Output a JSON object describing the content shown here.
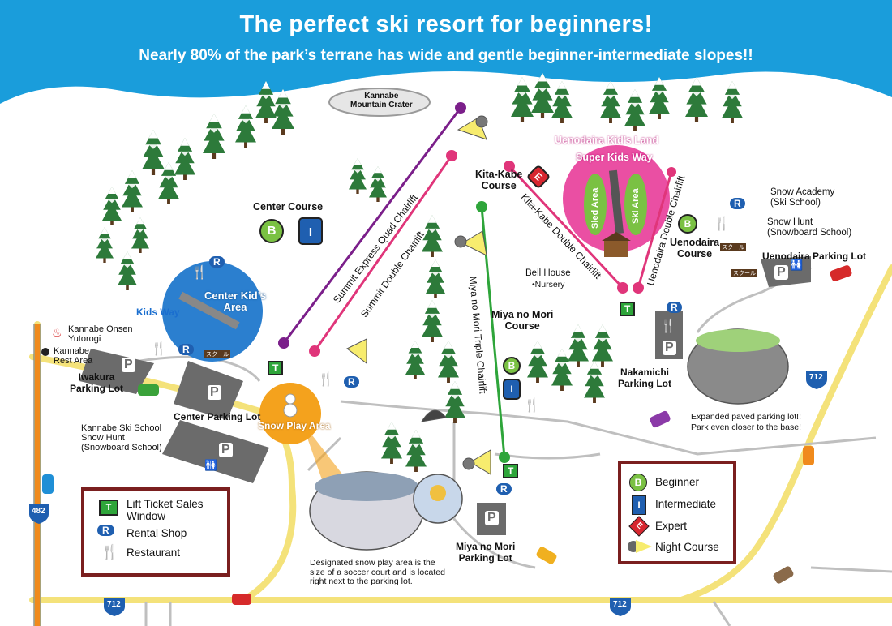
{
  "header": {
    "title": "The perfect ski resort for beginners!",
    "subtitle": "Nearly 80% of the park’s terrane has wide and gentle beginner-intermediate slopes!!"
  },
  "colors": {
    "sky": "#1a9ddb",
    "road": "#f4e27a",
    "snow": "#ffffff",
    "beginner": "#7ac143",
    "intermediate": "#1f5fb0",
    "expert": "#d7262f",
    "night": "#f7ec6e",
    "kids_land": "#ea4fa3",
    "center_kids": "#2b7fcf",
    "snow_play": "#f4a21d"
  },
  "places": {
    "crater": "Kannabe\nMountain Crater",
    "center_course": "Center Course",
    "center_kids_area": "Center Kid’s\nArea",
    "kids_way": "Kids Way",
    "snow_play_area": "Snow Play Area",
    "kids_land_title": "Uenodaira Kid’s Land",
    "super_kids_way": "Super Kids Way",
    "sled_area": "Sled Area",
    "ski_area": "Ski Area",
    "kitakabe_course": "Kita-Kabe\nCourse",
    "miya_course": "Miya no Mori\nCourse",
    "uenodaira_course": "Uenodaira\nCourse",
    "bell_house": "Bell House",
    "nursery": "•Nursery",
    "snow_academy": "Snow Academy\n(Ski School)",
    "snow_hunt_right": "Snow Hunt\n(Snowboard School)",
    "uenodaira_parking": "Uenodaira Parking Lot",
    "nakamichi_parking": "Nakamichi\nParking Lot",
    "miya_parking": "Miya no Mori\nParking Lot",
    "center_parking": "Center Parking Lot",
    "iwakura_parking": "Iwakura\nParking Lot",
    "onsen": "Kannabe Onsen\nYutorogi",
    "rest_area": "Kannabe\nRest Area",
    "ski_school_left": "Kannabe Ski School\nSnow Hunt\n(Snowboard School)",
    "school_sign": "スクール"
  },
  "lifts": {
    "quad": "Summit Express Quad Chairlift",
    "double": "Summit Double Chairlift",
    "kitakabe": "Kita-Kabe Double Chairlift",
    "uenodaira": "Uenodaira Double Chairlift",
    "miya": "Miya no Mori Triple Chairlift"
  },
  "badges": {
    "beginner": "B",
    "intermediate": "I",
    "expert": "E",
    "parking": "P",
    "ticket": "T",
    "rental": "R"
  },
  "routes": {
    "r482": "482",
    "r712_a": "712",
    "r712_b": "712",
    "r712_c": "712"
  },
  "captions": {
    "snow_play": "Designated snow play area is the\nsize of a soccer court and is located\nright next to the parking lot.",
    "parking_photo": "Expanded paved parking lot!!\nPark even closer to the base!"
  },
  "legend_left": [
    {
      "icon": "ticket-icon",
      "label": "Lift Ticket Sales\nWindow"
    },
    {
      "icon": "rental-icon",
      "label": "Rental Shop"
    },
    {
      "icon": "restaurant-icon",
      "label": "Restaurant"
    }
  ],
  "legend_right": [
    {
      "icon": "beginner-icon",
      "label": "Beginner"
    },
    {
      "icon": "intermediate-icon",
      "label": "Intermediate"
    },
    {
      "icon": "expert-icon",
      "label": "Expert"
    },
    {
      "icon": "night-course-icon",
      "label": "Night Course"
    }
  ]
}
